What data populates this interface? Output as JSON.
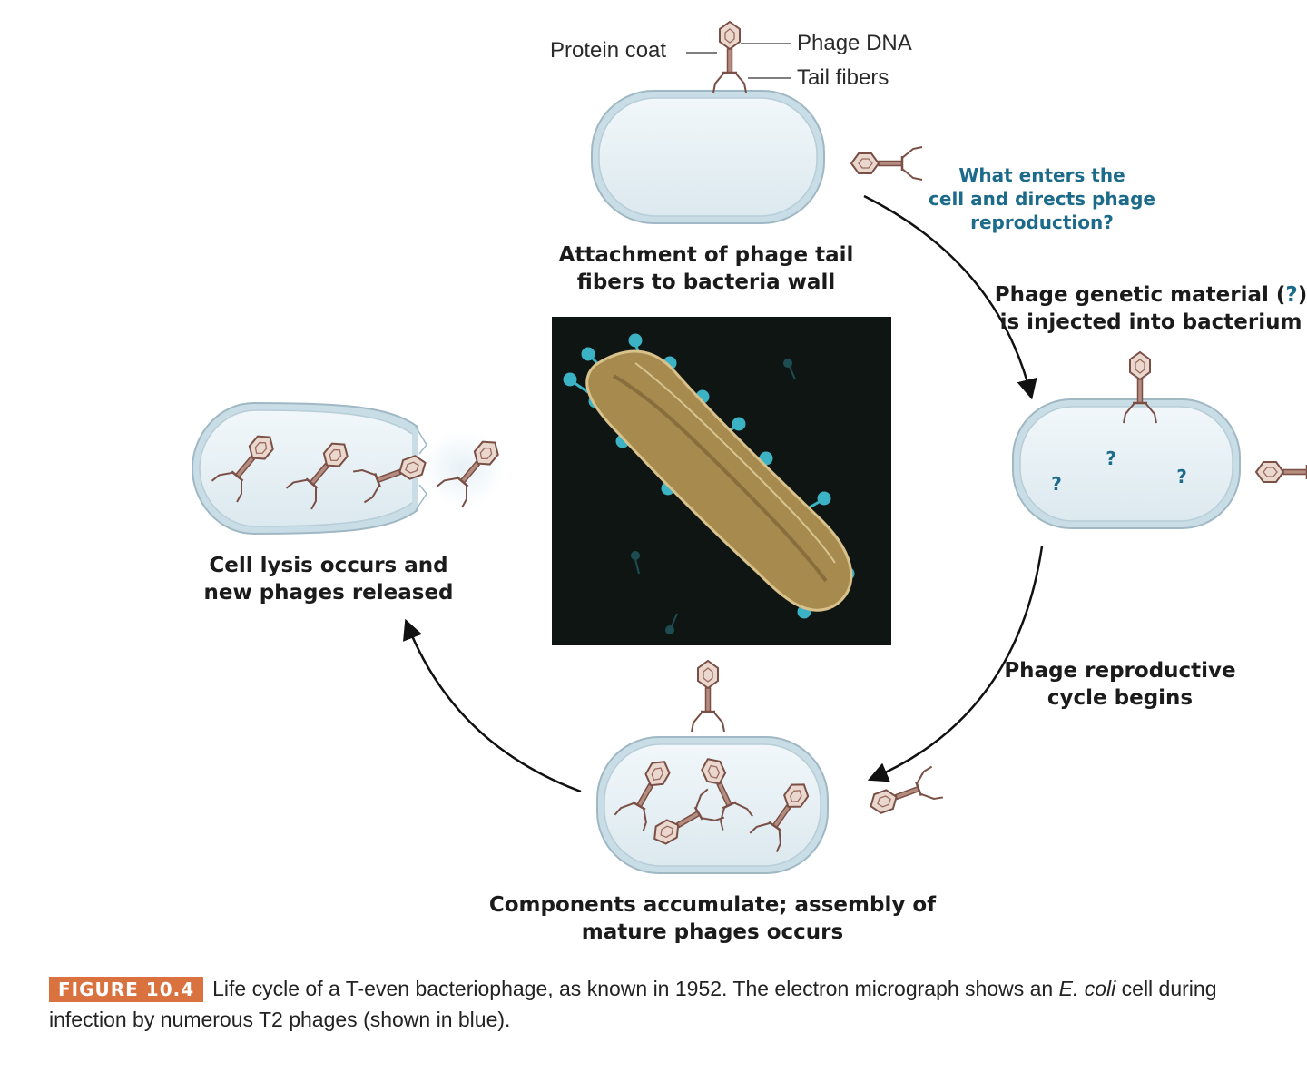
{
  "callouts": {
    "protein_coat": "Protein coat",
    "phage_dna": "Phage DNA",
    "tail_fibers": "Tail fibers"
  },
  "steps": {
    "attachment": [
      "Attachment of phage tail",
      "fibers to bacteria wall"
    ],
    "injection_line1_prefix": "Phage genetic material (",
    "injection_q": "?",
    "injection_line1_suffix": ")",
    "injection_line2": "is injected into bacterium",
    "reproduction": [
      "Phage reproductive",
      "cycle begins"
    ],
    "assembly": [
      "Components accumulate; assembly of",
      "mature phages occurs"
    ],
    "lysis": [
      "Cell lysis occurs and",
      "new phages released"
    ]
  },
  "question": [
    "What enters the",
    "cell and directs phage",
    "reproduction?"
  ],
  "question_marks": [
    "?",
    "?",
    "?"
  ],
  "caption": {
    "badge": "FIGURE 10.4",
    "text_before_italic": "Life cycle of a T-even bacteriophage, as known in 1952. The electron micrograph shows an ",
    "italic": "E. coli",
    "text_after_italic": " cell during infection by numerous T2 phages (shown in blue)."
  },
  "colors": {
    "cell_fill": "#e3eef3",
    "cell_stroke": "#9fb8c4",
    "phage_fill": "#e9d6cc",
    "phage_stroke": "#7a4f45",
    "question_blue": "#1d6b8a",
    "badge": "#d9723f",
    "micrograph_bg": "#0e1512",
    "bacterium": "#a68a4e",
    "phage_blue": "#3bb3c4"
  },
  "icons": [
    "bacteriophage-icon",
    "bacterial-cell-icon",
    "electron-micrograph-image",
    "cycle-arrow-icon"
  ]
}
